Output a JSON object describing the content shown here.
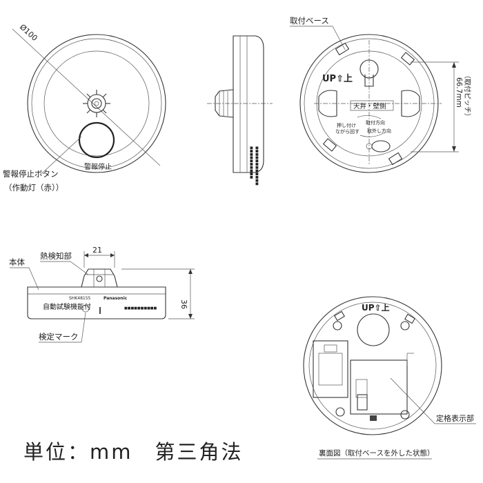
{
  "labels": {
    "diameter": "Ø100",
    "stop_button_line1": "警報停止ボタン",
    "stop_button_line2": "（作動灯（赤））",
    "stop_text_on_body": "警報停止",
    "mount_base": "取付ベース",
    "up_mark": "UP⇧上",
    "ceiling_wall": "天井・壁側",
    "install_direction": "取付方向",
    "push_rotate": "押し付け",
    "push_rotate2": "ながら回す",
    "remove_direction": "取外し方向",
    "pitch_dimension": "66.7mm",
    "pitch_label": "（取付ピッチ）",
    "width_dimension": "21",
    "height_dimension": "36",
    "main_body": "本体",
    "heat_detector": "熱検知部",
    "test_mark": "検定マーク",
    "side_model": "SHK48155",
    "side_brand": "Panasonic",
    "side_lettering": "自動試験機能付",
    "rating_label": "定格表示部",
    "back_view_caption": "裏面図（取付ベースを外した状態）",
    "unit_note": "単位：mm　第三角法"
  }
}
